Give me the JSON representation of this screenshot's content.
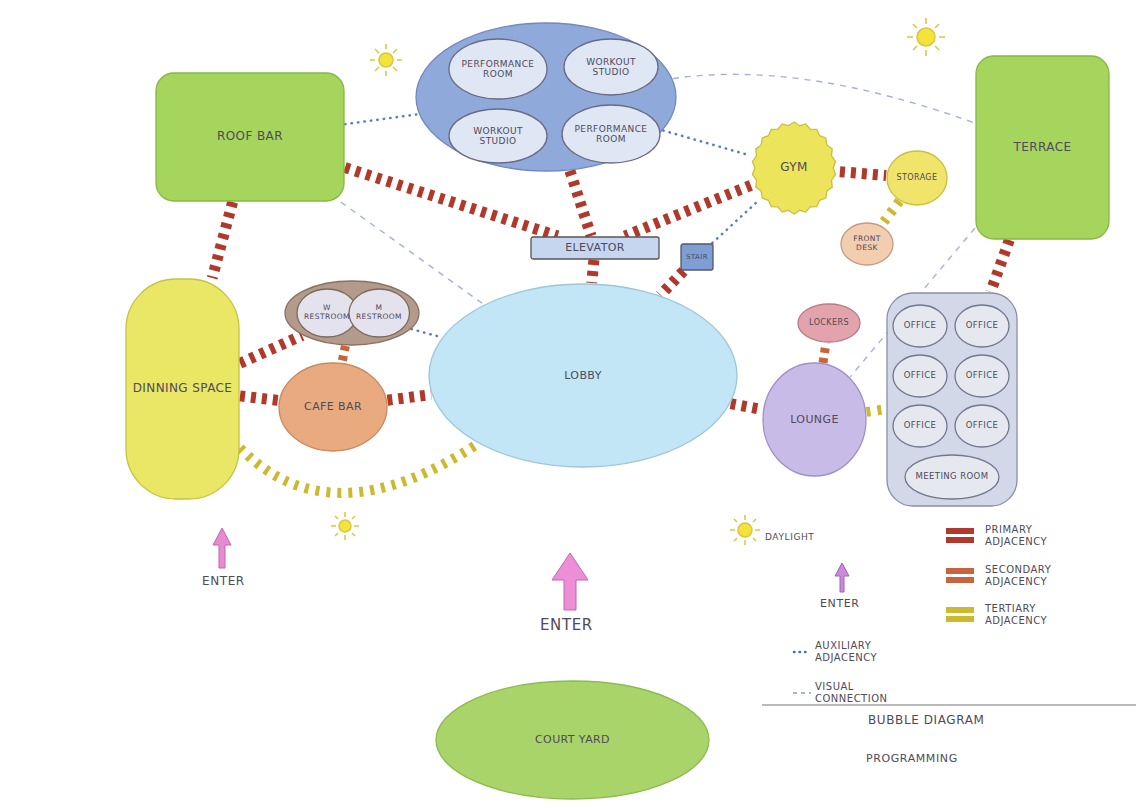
{
  "diagram": {
    "nodes": [
      {
        "text": [
          "ROOF BAR"
        ]
      },
      {
        "text": []
      },
      {
        "text": [
          "PERFORMANCE ROOM"
        ],
        "in": 1
      },
      {
        "text": [
          "WORKOUT STUDIO"
        ],
        "in": 1
      },
      {
        "text": [
          "WORKOUT STUDIO"
        ],
        "in": 1
      },
      {
        "text": [
          "PERFORMANCE ROOM"
        ],
        "in": 1
      },
      {
        "text": [
          "GYM"
        ]
      },
      {
        "text": [
          "STORAGE"
        ]
      },
      {
        "text": [
          "FRONT DESK"
        ]
      },
      {
        "text": [
          "TERRACE"
        ]
      },
      {
        "text": [
          "ELEVATOR"
        ]
      },
      {
        "text": [
          "STAIR"
        ]
      },
      {
        "text": [
          "LOBBY"
        ]
      },
      {
        "text": [
          "DINNING SPACE"
        ]
      },
      {
        "text": []
      },
      {
        "text": [
          "W RESTROOM"
        ],
        "in": 14
      },
      {
        "text": [
          "M RESTROOM"
        ],
        "in": 14
      },
      {
        "text": [
          "CAFE BAR"
        ]
      },
      {
        "text": [
          "LOCKERS"
        ]
      },
      {
        "text": [
          "LOUNGE"
        ]
      },
      {
        "text": []
      },
      {
        "text": [
          "OFFICE"
        ],
        "in": 20
      },
      {
        "text": [
          "OFFICE"
        ],
        "in": 20
      },
      {
        "text": [
          "OFFICE"
        ],
        "in": 20
      },
      {
        "text": [
          "OFFICE"
        ],
        "in": 20
      },
      {
        "text": [
          "OFFICE"
        ],
        "in": 20
      },
      {
        "text": [
          "OFFICE"
        ],
        "in": 20
      },
      {
        "text": [
          "MEETING ROOM"
        ],
        "in": 20
      },
      {
        "text": [
          "COURT YARD"
        ]
      }
    ],
    "edges": [
      {
        "from": 0,
        "to": 10,
        "arrow": "none"
      },
      {
        "from": 1,
        "to": 10,
        "arrow": "none"
      },
      {
        "from": 6,
        "to": 10,
        "arrow": "none"
      },
      {
        "from": 0,
        "to": 13,
        "arrow": "none"
      },
      {
        "from": 13,
        "to": 14,
        "arrow": "none"
      },
      {
        "from": 13,
        "to": 17,
        "arrow": "none"
      },
      {
        "from": 14,
        "to": 17,
        "arrow": "none"
      },
      {
        "from": 17,
        "to": 12,
        "arrow": "none"
      },
      {
        "from": 10,
        "to": 12,
        "arrow": "none"
      },
      {
        "from": 11,
        "to": 12,
        "arrow": "none"
      },
      {
        "from": 12,
        "to": 19,
        "arrow": "none"
      },
      {
        "from": 19,
        "to": 18,
        "arrow": "none"
      },
      {
        "from": 19,
        "to": 20,
        "arrow": "none"
      },
      {
        "from": 9,
        "to": 20,
        "arrow": "none"
      },
      {
        "from": 6,
        "to": 7,
        "arrow": "none"
      },
      {
        "from": 7,
        "to": 8,
        "arrow": "none"
      },
      {
        "from": 13,
        "to": 12,
        "arrow": "none"
      },
      {
        "from": 14,
        "to": 12,
        "arrow": "none"
      },
      {
        "from": 11,
        "to": 6,
        "arrow": "none"
      },
      {
        "from": 0,
        "to": 1,
        "arrow": "none"
      },
      {
        "from": 1,
        "to": 9,
        "arrow": "none"
      },
      {
        "from": 0,
        "to": 12,
        "arrow": "none"
      },
      {
        "from": 9,
        "to": 19,
        "arrow": "none"
      },
      {
        "from": 1,
        "to": 6,
        "arrow": "none"
      }
    ],
    "labels": [
      "ENTER",
      "ENTER",
      "ENTER",
      "DAYLIGHT",
      "BUBBLE DIAGRAM",
      "PROGRAMMING"
    ],
    "legend": [
      {
        "text": "PRIMARY ADJACENCY",
        "color": "#b0392b"
      },
      {
        "text": "SECONDARY ADJACENCY",
        "color": "#c8643c"
      },
      {
        "text": "TERTIARY ADJACENCY",
        "color": "#cdb92e"
      },
      {
        "text": "AUXILIARY ADJACENCY"
      },
      {
        "text": "VISUAL CONNECTION"
      }
    ]
  }
}
